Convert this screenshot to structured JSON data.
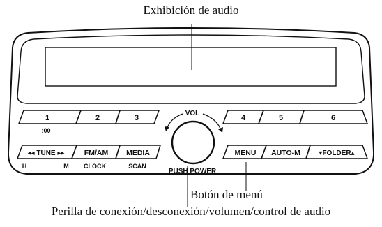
{
  "callouts": {
    "display": "Exhibición de audio",
    "menu": "Botón de menú",
    "knob": "Perilla de conexión/desconexión/volumen/control de audio"
  },
  "presets_left": [
    {
      "label": "1",
      "sub": ":00"
    },
    {
      "label": "2",
      "sub": ""
    },
    {
      "label": "3",
      "sub": ""
    }
  ],
  "presets_right": [
    {
      "label": "4"
    },
    {
      "label": "5"
    },
    {
      "label": "6"
    }
  ],
  "bottom_left": [
    {
      "label": "◂◂ TUNE ▸▸",
      "subs": [
        "H",
        "M"
      ]
    },
    {
      "label": "FM/AM",
      "subs": [
        "CLOCK"
      ]
    },
    {
      "label": "MEDIA",
      "subs": [
        "SCAN"
      ]
    }
  ],
  "bottom_right": [
    {
      "label": "MENU"
    },
    {
      "label": "AUTO-M"
    },
    {
      "label": "▾FOLDER▴"
    }
  ],
  "knob": {
    "top_label": "VOL",
    "bottom_label": "PUSH POWER"
  }
}
